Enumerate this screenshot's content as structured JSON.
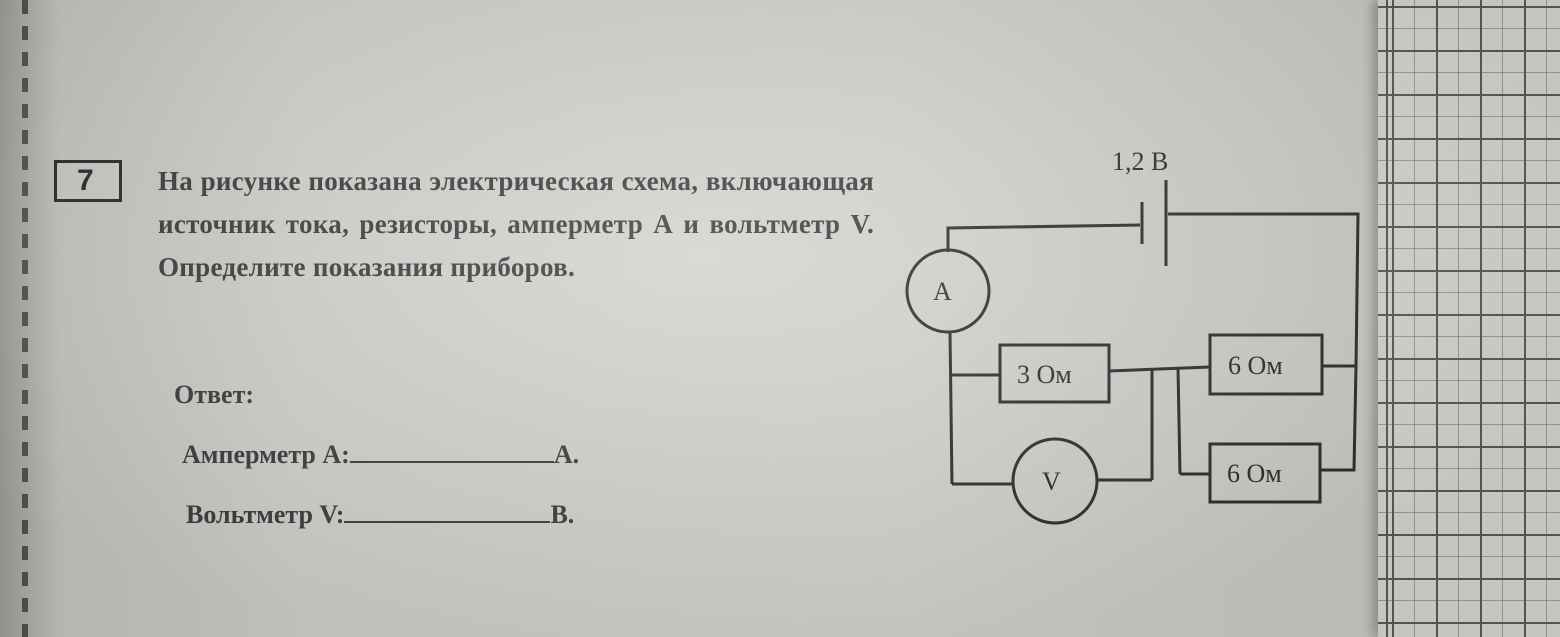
{
  "task": {
    "number": "7",
    "question": "На рисунке показана электрическая схема, включающая источник тока, резисторы, амперметр А и вольтметр V. Определите показания приборов."
  },
  "answer": {
    "label": "Ответ:",
    "ammeter_label": "Амперметр А:",
    "ammeter_unit": "А.",
    "voltmeter_label": "Вольтметр V:",
    "voltmeter_unit": "В."
  },
  "circuit": {
    "source_voltage": "1,2 В",
    "ammeter_symbol": "A",
    "voltmeter_symbol": "V",
    "resistor_1": "3 Ом",
    "resistor_2": "6 Ом",
    "resistor_3": "6 Ом"
  }
}
